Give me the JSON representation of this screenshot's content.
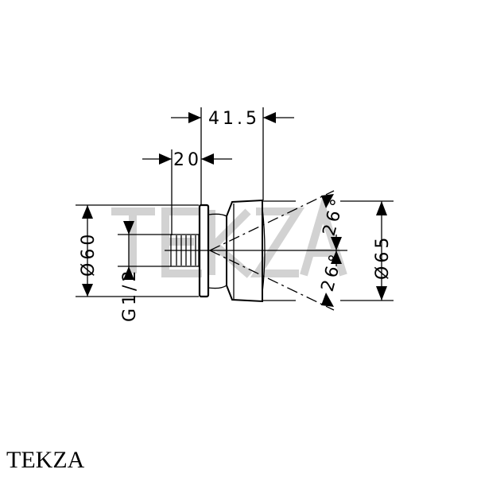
{
  "watermark": "TEKZA",
  "brand": "TEKZA",
  "dimensions": {
    "depth_total": "41.5",
    "thread_length": "20",
    "plate_diameter": "Ø60",
    "thread_size": "G1/2",
    "head_diameter": "Ø65",
    "angle_upper": "26°",
    "angle_lower": "26°"
  },
  "colors": {
    "line": "#000000",
    "watermark": "#c8c8c8"
  }
}
